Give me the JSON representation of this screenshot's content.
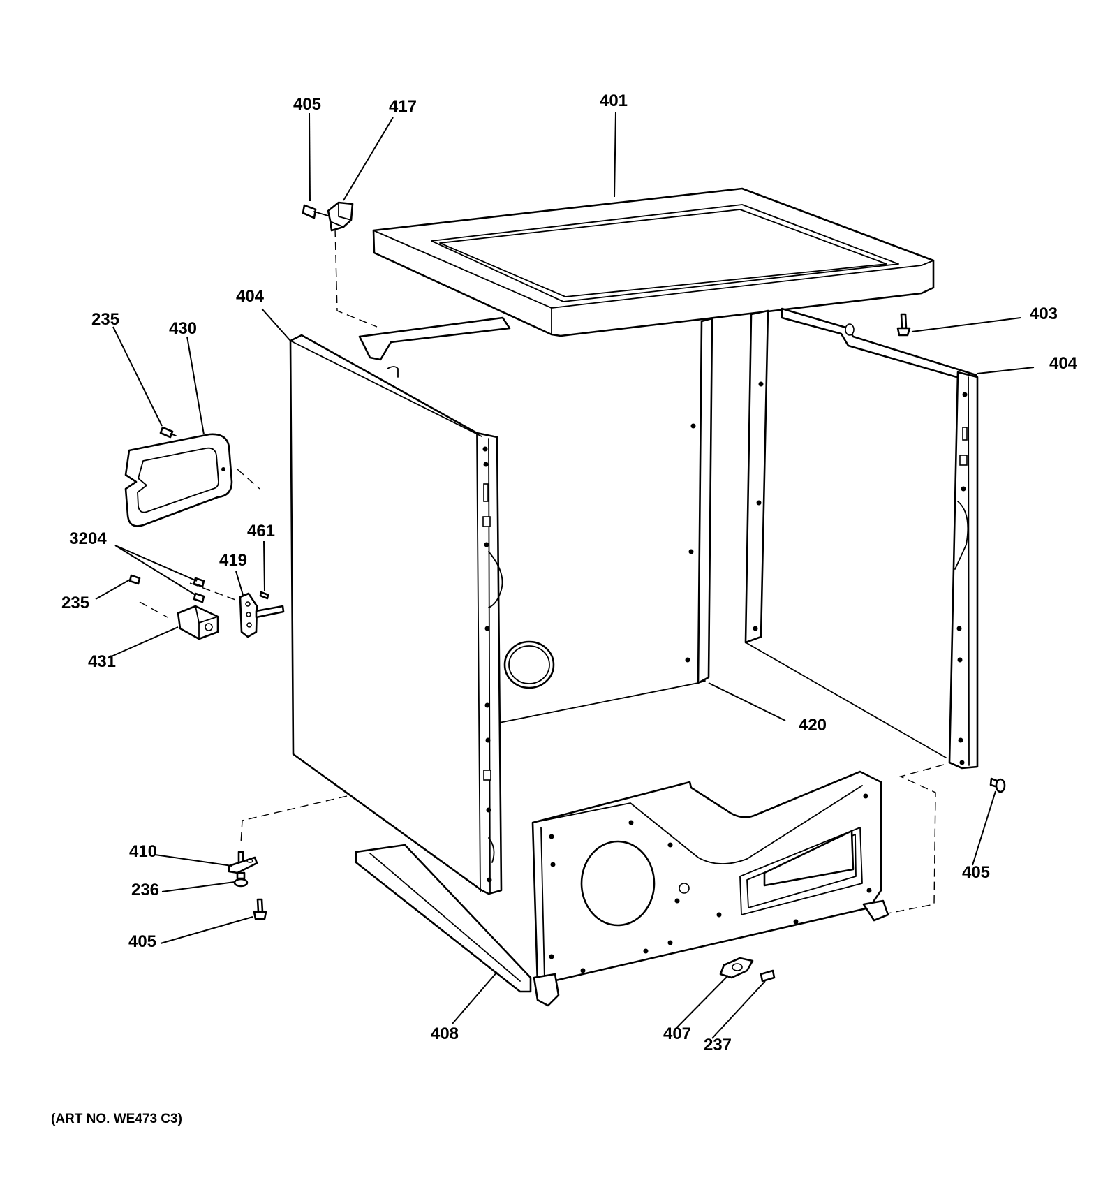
{
  "callouts": [
    {
      "id": "c405a",
      "label": "405"
    },
    {
      "id": "c417",
      "label": "417"
    },
    {
      "id": "c401",
      "label": "401"
    },
    {
      "id": "c404a",
      "label": "404"
    },
    {
      "id": "c235a",
      "label": "235"
    },
    {
      "id": "c430",
      "label": "430"
    },
    {
      "id": "c403",
      "label": "403"
    },
    {
      "id": "c404b",
      "label": "404"
    },
    {
      "id": "c3204",
      "label": "3204"
    },
    {
      "id": "c461",
      "label": "461"
    },
    {
      "id": "c419",
      "label": "419"
    },
    {
      "id": "c235b",
      "label": "235"
    },
    {
      "id": "c431",
      "label": "431"
    },
    {
      "id": "c420",
      "label": "420"
    },
    {
      "id": "c405b",
      "label": "405"
    },
    {
      "id": "c410",
      "label": "410"
    },
    {
      "id": "c236",
      "label": "236"
    },
    {
      "id": "c405c",
      "label": "405"
    },
    {
      "id": "c408",
      "label": "408"
    },
    {
      "id": "c407",
      "label": "407"
    },
    {
      "id": "c237",
      "label": "237"
    }
  ],
  "art_number": "(ART NO. WE473 C3)"
}
